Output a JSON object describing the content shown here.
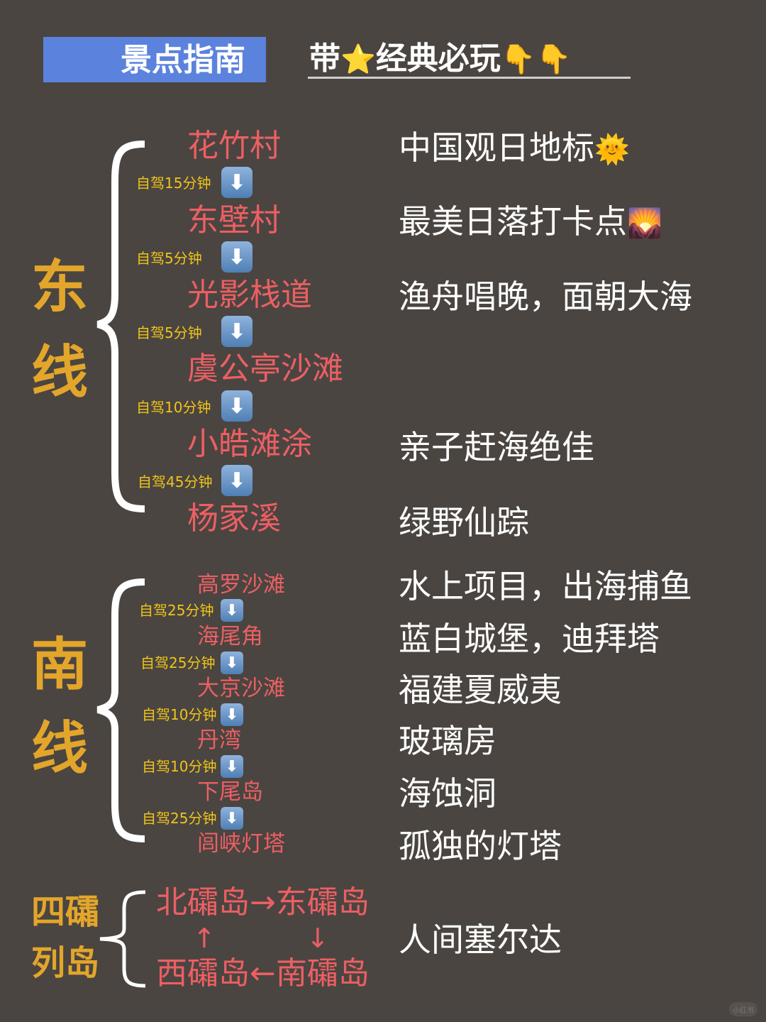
{
  "header": {
    "title": "景点指南",
    "subtitle_prefix": "带",
    "subtitle_star_emoji": "⭐",
    "subtitle_main": "经典必玩",
    "subtitle_emoji": "👇👇",
    "title_bg_color": "#5b82dd"
  },
  "east_line": {
    "label_top": "东",
    "label_bottom": "线",
    "stops": [
      {
        "name": "花竹村",
        "desc": "中国观日地标",
        "desc_emoji": "🌞"
      },
      {
        "name": "东壁村",
        "desc": "最美日落打卡点",
        "desc_emoji": "🌄"
      },
      {
        "name": "光影栈道",
        "desc": "渔舟唱晚，面朝大海"
      },
      {
        "name": "虞公亭沙滩",
        "desc": ""
      },
      {
        "name": "小皓滩涂",
        "desc": "亲子赶海绝佳"
      },
      {
        "name": "杨家溪",
        "desc": "绿野仙踪"
      }
    ],
    "drives": [
      "自驾15分钟",
      "自驾5分钟",
      "自驾5分钟",
      "自驾10分钟",
      "自驾45分钟"
    ]
  },
  "south_line": {
    "label_top": "南",
    "label_bottom": "线",
    "stops": [
      {
        "name": "高罗沙滩",
        "desc": "水上项目，出海捕鱼"
      },
      {
        "name": "海尾角",
        "desc": "蓝白城堡，迪拜塔"
      },
      {
        "name": "大京沙滩",
        "desc": "福建夏威夷"
      },
      {
        "name": "丹湾",
        "desc": "玻璃房"
      },
      {
        "name": "下尾岛",
        "desc": "海蚀洞"
      },
      {
        "name": "闾峡灯塔",
        "desc": "孤独的灯塔"
      }
    ],
    "drives": [
      "自驾25分钟",
      "自驾25分钟",
      "自驾10分钟",
      "自驾10分钟",
      "自驾25分钟"
    ]
  },
  "islands": {
    "label_top": "四礵",
    "label_bottom": "列岛",
    "north": "北礵岛",
    "east": "东礵岛",
    "west": "西礵岛",
    "south": "南礵岛",
    "arrow_right": "→",
    "arrow_left": "←",
    "arrow_up": "↑",
    "arrow_down": "↓",
    "desc": "人间塞尔达"
  },
  "icons": {
    "down_arrow": "⬇"
  },
  "watermark": "小红书"
}
